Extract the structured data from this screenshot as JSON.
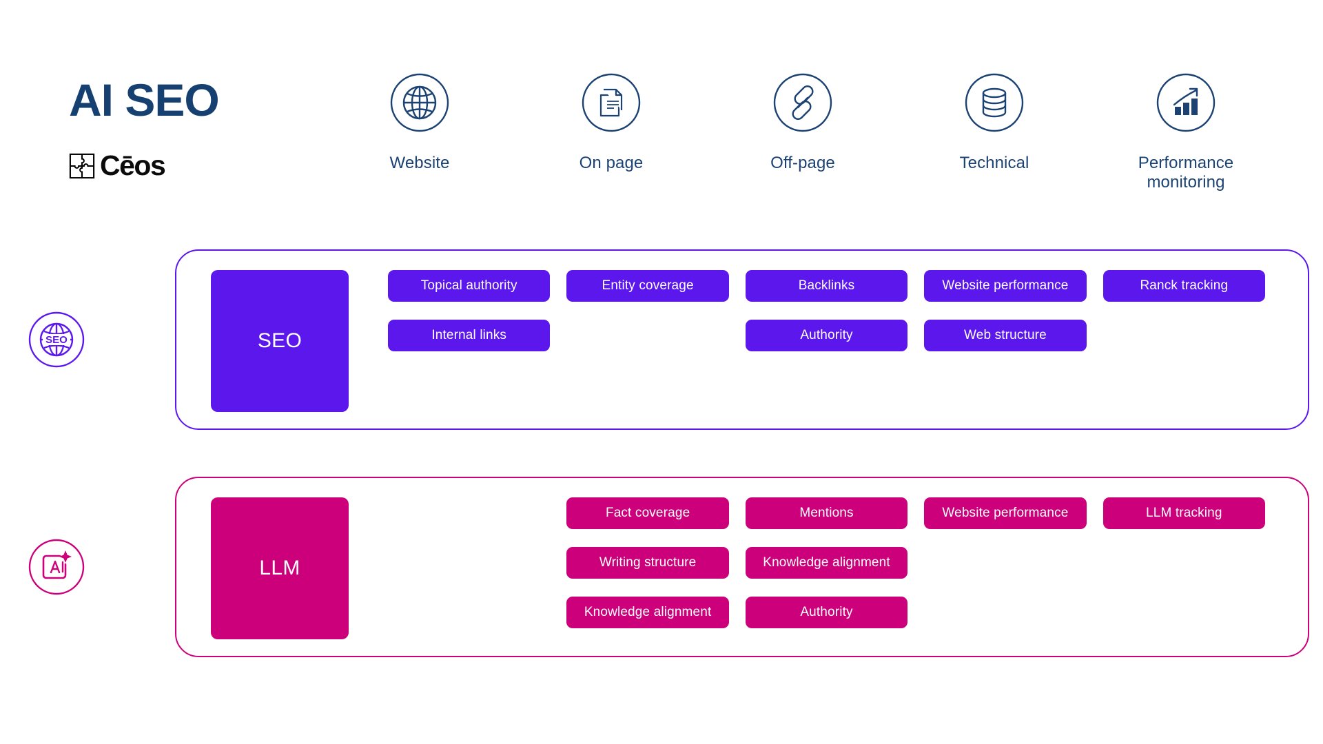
{
  "brand": {
    "title": "AI SEO",
    "logo_text": "Cēos",
    "logo_mark_icon": "puzzle-square-icon"
  },
  "categories": [
    {
      "label": "Website",
      "icon": "globe-circle-icon"
    },
    {
      "label": "On page",
      "icon": "document-circle-icon"
    },
    {
      "label": "Off-page",
      "icon": "chain-link-circle-icon"
    },
    {
      "label": "Technical",
      "icon": "database-circle-icon"
    },
    {
      "label": "Performance\nmonitoring",
      "icon": "bar-chart-arrow-circle-icon"
    }
  ],
  "colors": {
    "navy": "#16406F",
    "seo_purple": "#5B17EC",
    "llm_magenta": "#CC007B",
    "background": "#FFFFFF"
  },
  "rows": [
    {
      "id": "seo",
      "badge_icon": "seo-globe-circle-icon",
      "block_label": "SEO",
      "accent": "#5B17EC",
      "columns": [
        {
          "category": "Website",
          "pills": [
            "Topical authority",
            "Internal links"
          ]
        },
        {
          "category": "On page",
          "pills": [
            "Entity coverage"
          ]
        },
        {
          "category": "Off-page",
          "pills": [
            "Backlinks",
            "Authority"
          ]
        },
        {
          "category": "Technical",
          "pills": [
            "Website performance",
            "Web structure"
          ]
        },
        {
          "category": "Performance monitoring",
          "pills": [
            "Ranck tracking"
          ]
        }
      ]
    },
    {
      "id": "llm",
      "badge_icon": "ai-sparkle-circle-icon",
      "block_label": "LLM",
      "accent": "#CC007B",
      "columns": [
        {
          "category": "Website",
          "pills": []
        },
        {
          "category": "On page",
          "pills": [
            "Fact coverage",
            "Writing structure",
            "Knowledge alignment"
          ]
        },
        {
          "category": "Off-page",
          "pills": [
            "Mentions",
            "Knowledge alignment",
            "Authority"
          ]
        },
        {
          "category": "Technical",
          "pills": [
            "Website performance"
          ]
        },
        {
          "category": "Performance monitoring",
          "pills": [
            "LLM tracking"
          ]
        }
      ]
    }
  ]
}
